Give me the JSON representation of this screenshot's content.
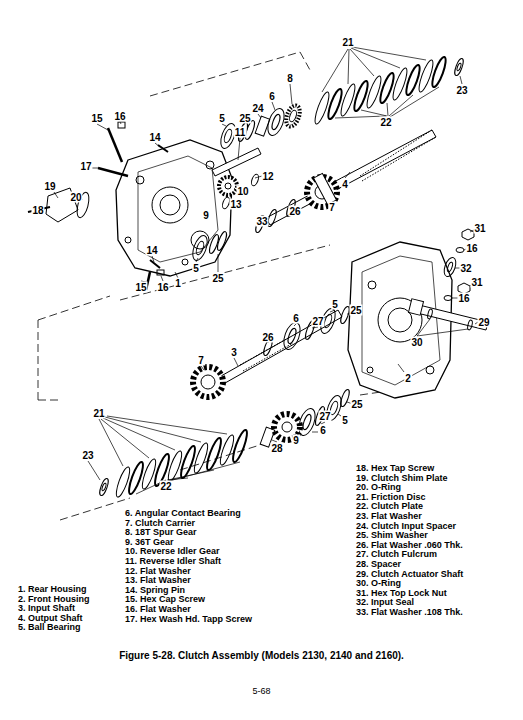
{
  "diagram": {
    "caption": "Figure 5-28. Clutch Assembly (Models 2130, 2140 and 2160).",
    "labels": [
      "21",
      "8",
      "23",
      "6",
      "24",
      "22",
      "5",
      "25",
      "15",
      "16",
      "11",
      "14",
      "17",
      "12",
      "4",
      "10",
      "19",
      "20",
      "18",
      "13",
      "7",
      "26",
      "33",
      "9",
      "14",
      "5",
      "25",
      "1",
      "15",
      "16",
      "31",
      "16",
      "32",
      "31",
      "16",
      "29",
      "30",
      "2",
      "5",
      "25",
      "6",
      "27",
      "26",
      "7",
      "3",
      "25",
      "5",
      "27",
      "6",
      "9",
      "28",
      "21",
      "23",
      "22",
      "1. Rear Housing",
      "2. Front Housing",
      "3. Input Shaft",
      "4. Output Shaft",
      "5. Ball Bearing",
      "6. Angular Contact Bearing",
      "7. Clutch Carrier",
      "8. 18T Spur Gear",
      "9. 36T Gear",
      "10. Reverse Idler Gear",
      "11. Reverse Idler Shaft",
      "12. Flat Washer",
      "13. Flat Washer",
      "14. Spring Pin",
      "15. Hex Cap Screw",
      "16. Flat Washer",
      "17. Hex Wash Hd. Tapp Screw",
      "18. Hex Tap Screw",
      "19. Clutch Shim Plate",
      "20. O-Ring",
      "21. Friction Disc",
      "22. Clutch Plate",
      "23. Flat Washer",
      "24. Clutch Input Spacer",
      "25. Shim Washer",
      "26. Flat Washer .060 Thk.",
      "27. Clutch Fulcrum",
      "28. Spacer",
      "29. Clutch Actuator Shaft",
      "30. O-Ring",
      "31. Hex Top Lock Nut",
      "32. Input Seal",
      "33. Flat Washer .108 Thk.",
      "5-68"
    ]
  }
}
